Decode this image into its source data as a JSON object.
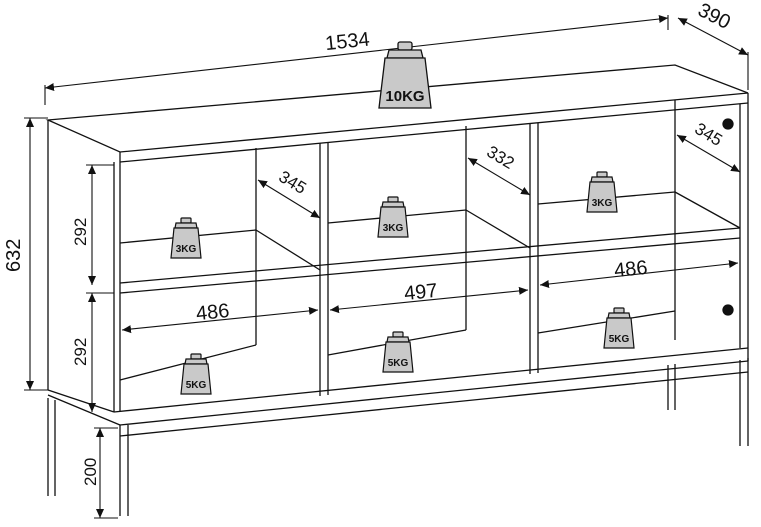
{
  "dimensions": {
    "total_width": "1534",
    "depth": "390",
    "total_height": "632",
    "top_compartment_height": "292",
    "bottom_compartment_height": "292",
    "leg_height": "200",
    "left_column_width": "486",
    "middle_column_width": "497",
    "right_column_width": "486",
    "left_inner_depth": "345",
    "middle_inner_depth": "332",
    "right_inner_depth": "345"
  },
  "weights": {
    "top_surface": "10KG",
    "upper_shelf_left": "3KG",
    "upper_shelf_middle": "3KG",
    "upper_shelf_right": "3KG",
    "lower_shelf_left": "5KG",
    "lower_shelf_middle": "5KG",
    "lower_shelf_right": "5KG"
  },
  "colors": {
    "line": "#111111",
    "weight_fill": "#c9c9c9",
    "background": "#ffffff"
  }
}
